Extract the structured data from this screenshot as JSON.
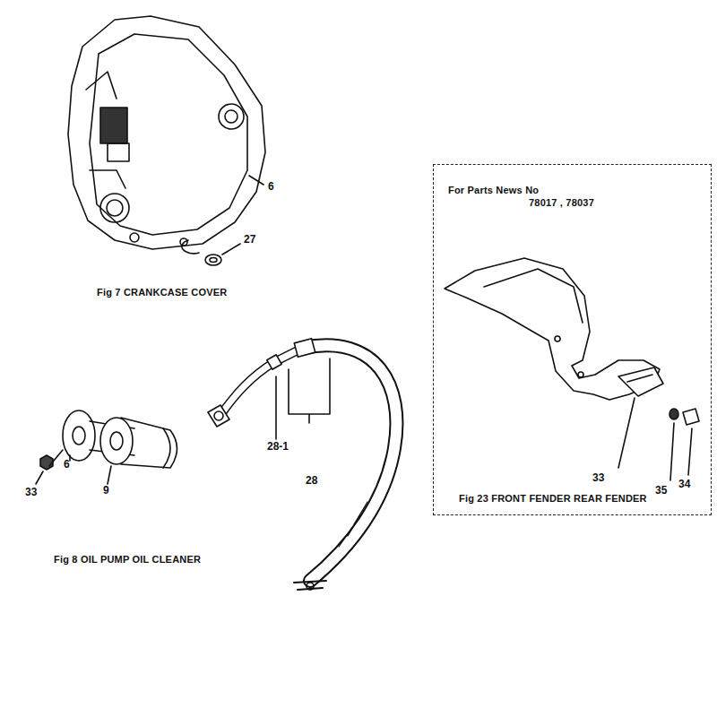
{
  "diagram": {
    "nodes": [
      {
        "text": [
          "For Parts News No",
          "78017 , 78037",
          "Fig 23 FRONT FENDER REAR FENDER"
        ]
      }
    ],
    "labels": [
      "6",
      "27",
      "Fig 7 CRANKCASE COVER",
      "33",
      "6",
      "9",
      "28-1",
      "28",
      "Fig 8 OIL PUMP OIL CLEANER",
      "33",
      "35",
      "34"
    ]
  }
}
